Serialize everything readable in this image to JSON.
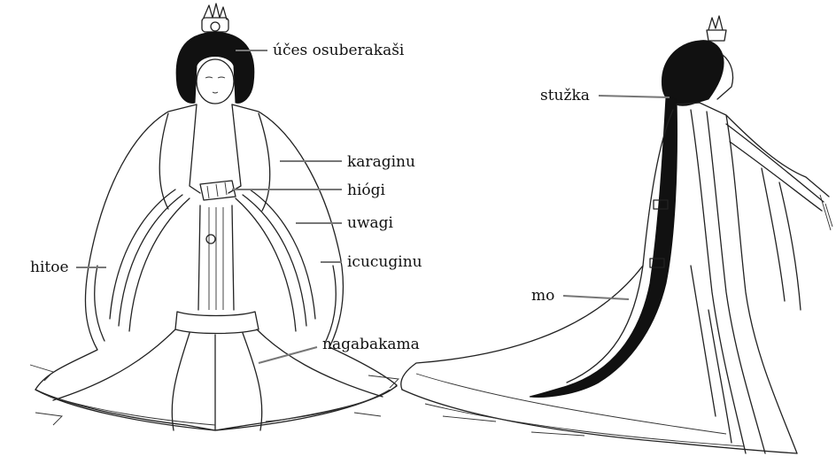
{
  "labels": {
    "ouces": "účes osuberakaši",
    "karaginu": "karaginu",
    "hiogi": "hiógi",
    "uwagi": "uwagi",
    "icucuginu": "icucuginu",
    "hitoe": "hitoe",
    "nagabakama": "nagabakama",
    "stuzka": "stužka",
    "mo": "mo"
  }
}
